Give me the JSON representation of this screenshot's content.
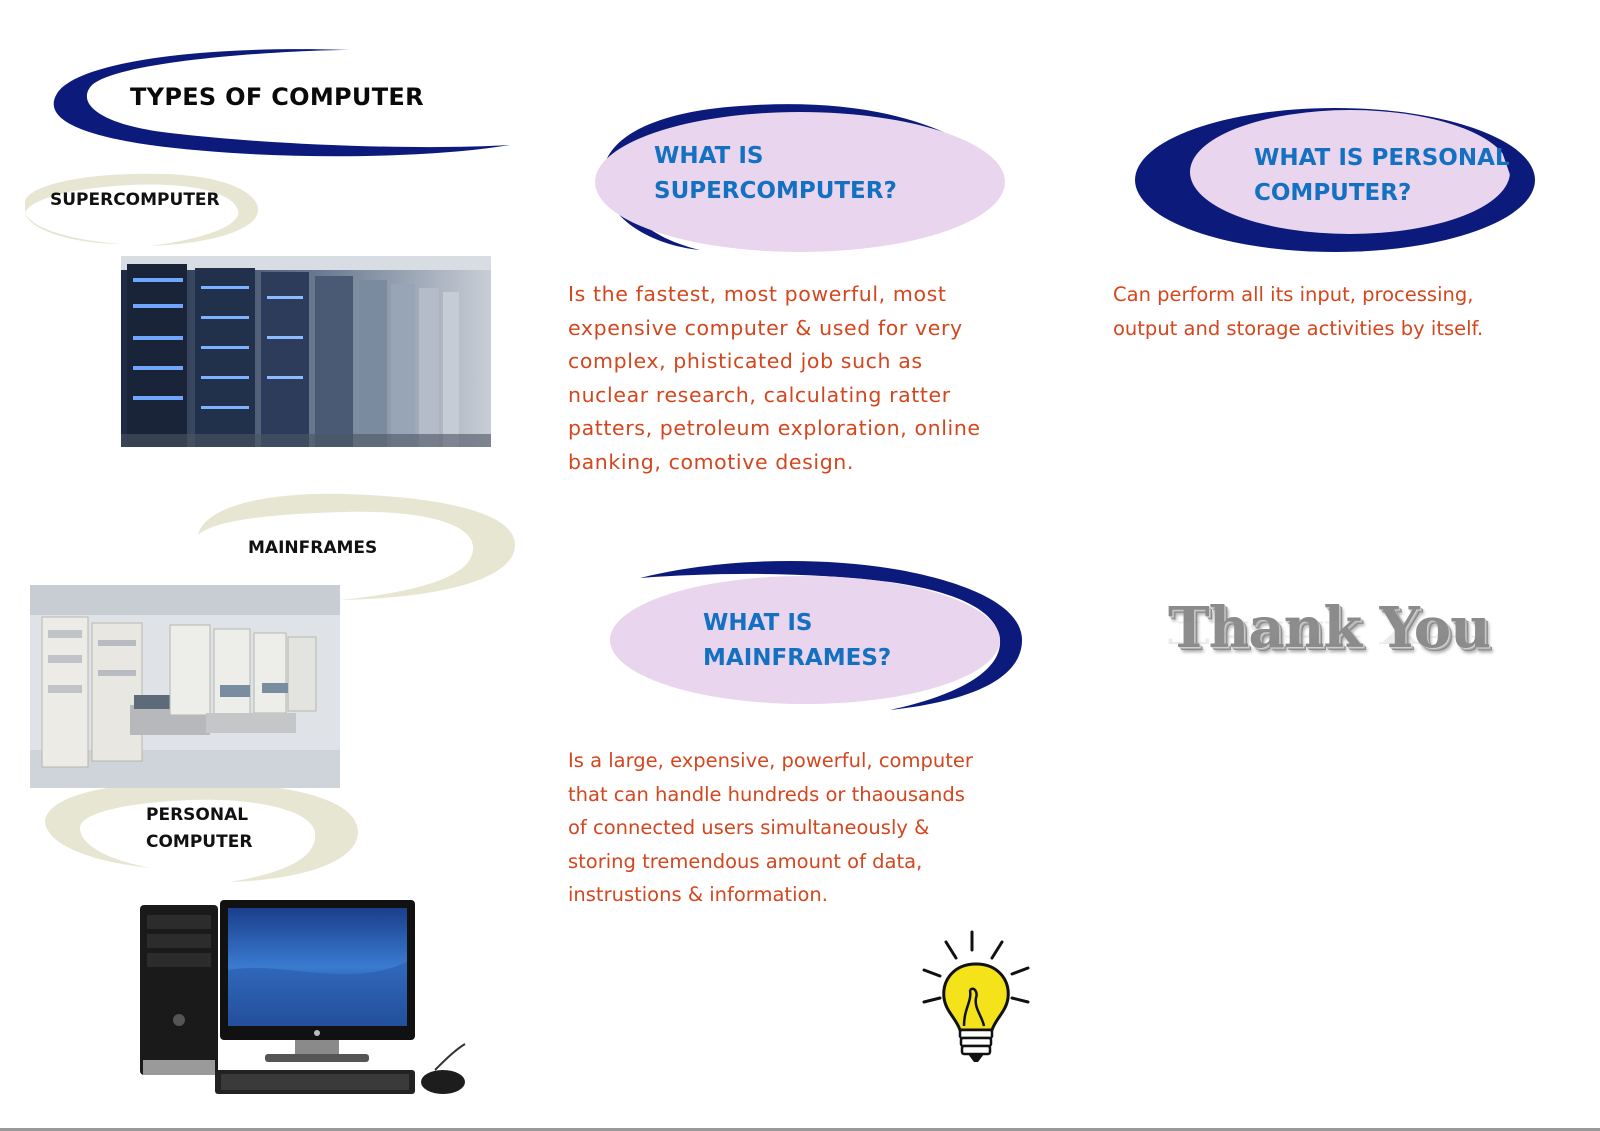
{
  "title": "TYPES OF COMPUTER",
  "labels": {
    "supercomputer": "SUPERCOMPUTER",
    "mainframes": "MAINFRAMES",
    "personal_line1": "PERSONAL",
    "personal_line2": "COMPUTER"
  },
  "questions": {
    "supercomputer": {
      "line1": "WHAT IS",
      "line2": "SUPERCOMPUTER?"
    },
    "personal": {
      "line1": "WHAT IS PERSONAL",
      "line2": "COMPUTER?"
    },
    "mainframes": {
      "line1": "WHAT IS",
      "line2": "MAINFRAMES?"
    }
  },
  "answers": {
    "supercomputer": [
      "Is the fastest, most powerful, most",
      "expensive computer & used for very",
      "complex, phisticated job such as",
      "nuclear research, calculating ratter",
      "patters, petroleum exploration, online",
      "banking, comotive design."
    ],
    "personal": [
      "Can perform all its input, processing,",
      "output and storage activities by itself."
    ],
    "mainframes": [
      "Is a large, expensive, powerful, computer",
      "that can handle hundreds or thaousands",
      "of connected users simultaneously &",
      "storing tremendous amount of data,",
      "instrustions & information."
    ]
  },
  "thank_you": "Thank You",
  "colors": {
    "navy": "#0c1a7c",
    "lavender": "#ead5ee",
    "question_blue": "#1470c0",
    "answer_orange": "#d4461e",
    "cream_swoosh": "#e7e6d3"
  },
  "icons": [
    "lightbulb-icon",
    "hp-logo-icon"
  ]
}
